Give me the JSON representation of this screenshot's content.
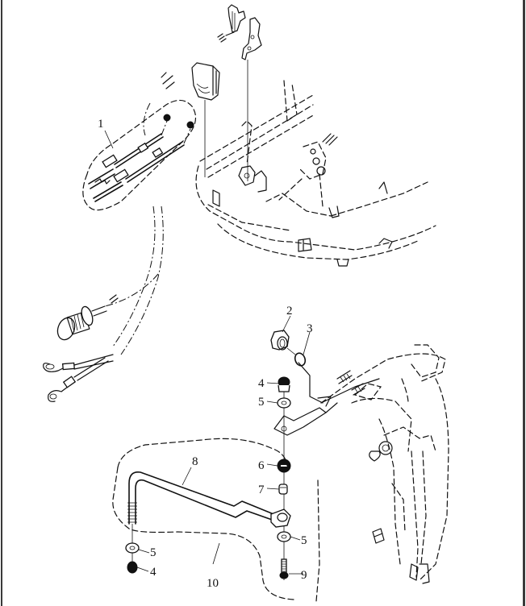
{
  "diagram": {
    "type": "exploded-parts-diagram",
    "subject": "outboard remote control cable and shift linkage assembly",
    "line_color": "#111111",
    "background": "#ffffff",
    "border_color": "#3a3a3a",
    "callouts": [
      {
        "id": "1",
        "label": "1",
        "part": "remote control cable set"
      },
      {
        "id": "2",
        "label": "2",
        "part": "grommet / bushing"
      },
      {
        "id": "3",
        "label": "3",
        "part": "o-ring"
      },
      {
        "id": "4a",
        "label": "4",
        "part": "nut (upper)"
      },
      {
        "id": "5a",
        "label": "5",
        "part": "washer (upper)"
      },
      {
        "id": "6",
        "label": "6",
        "part": "nut"
      },
      {
        "id": "7",
        "label": "7",
        "part": "collar"
      },
      {
        "id": "8",
        "label": "8",
        "part": "shift rod"
      },
      {
        "id": "5b",
        "label": "5",
        "part": "washer (right lower)"
      },
      {
        "id": "9",
        "label": "9",
        "part": "bolt"
      },
      {
        "id": "10",
        "label": "10",
        "part": "shift rod kit"
      },
      {
        "id": "5c",
        "label": "5",
        "part": "washer (left lower)"
      },
      {
        "id": "4b",
        "label": "4",
        "part": "nut (left lower)"
      }
    ]
  }
}
